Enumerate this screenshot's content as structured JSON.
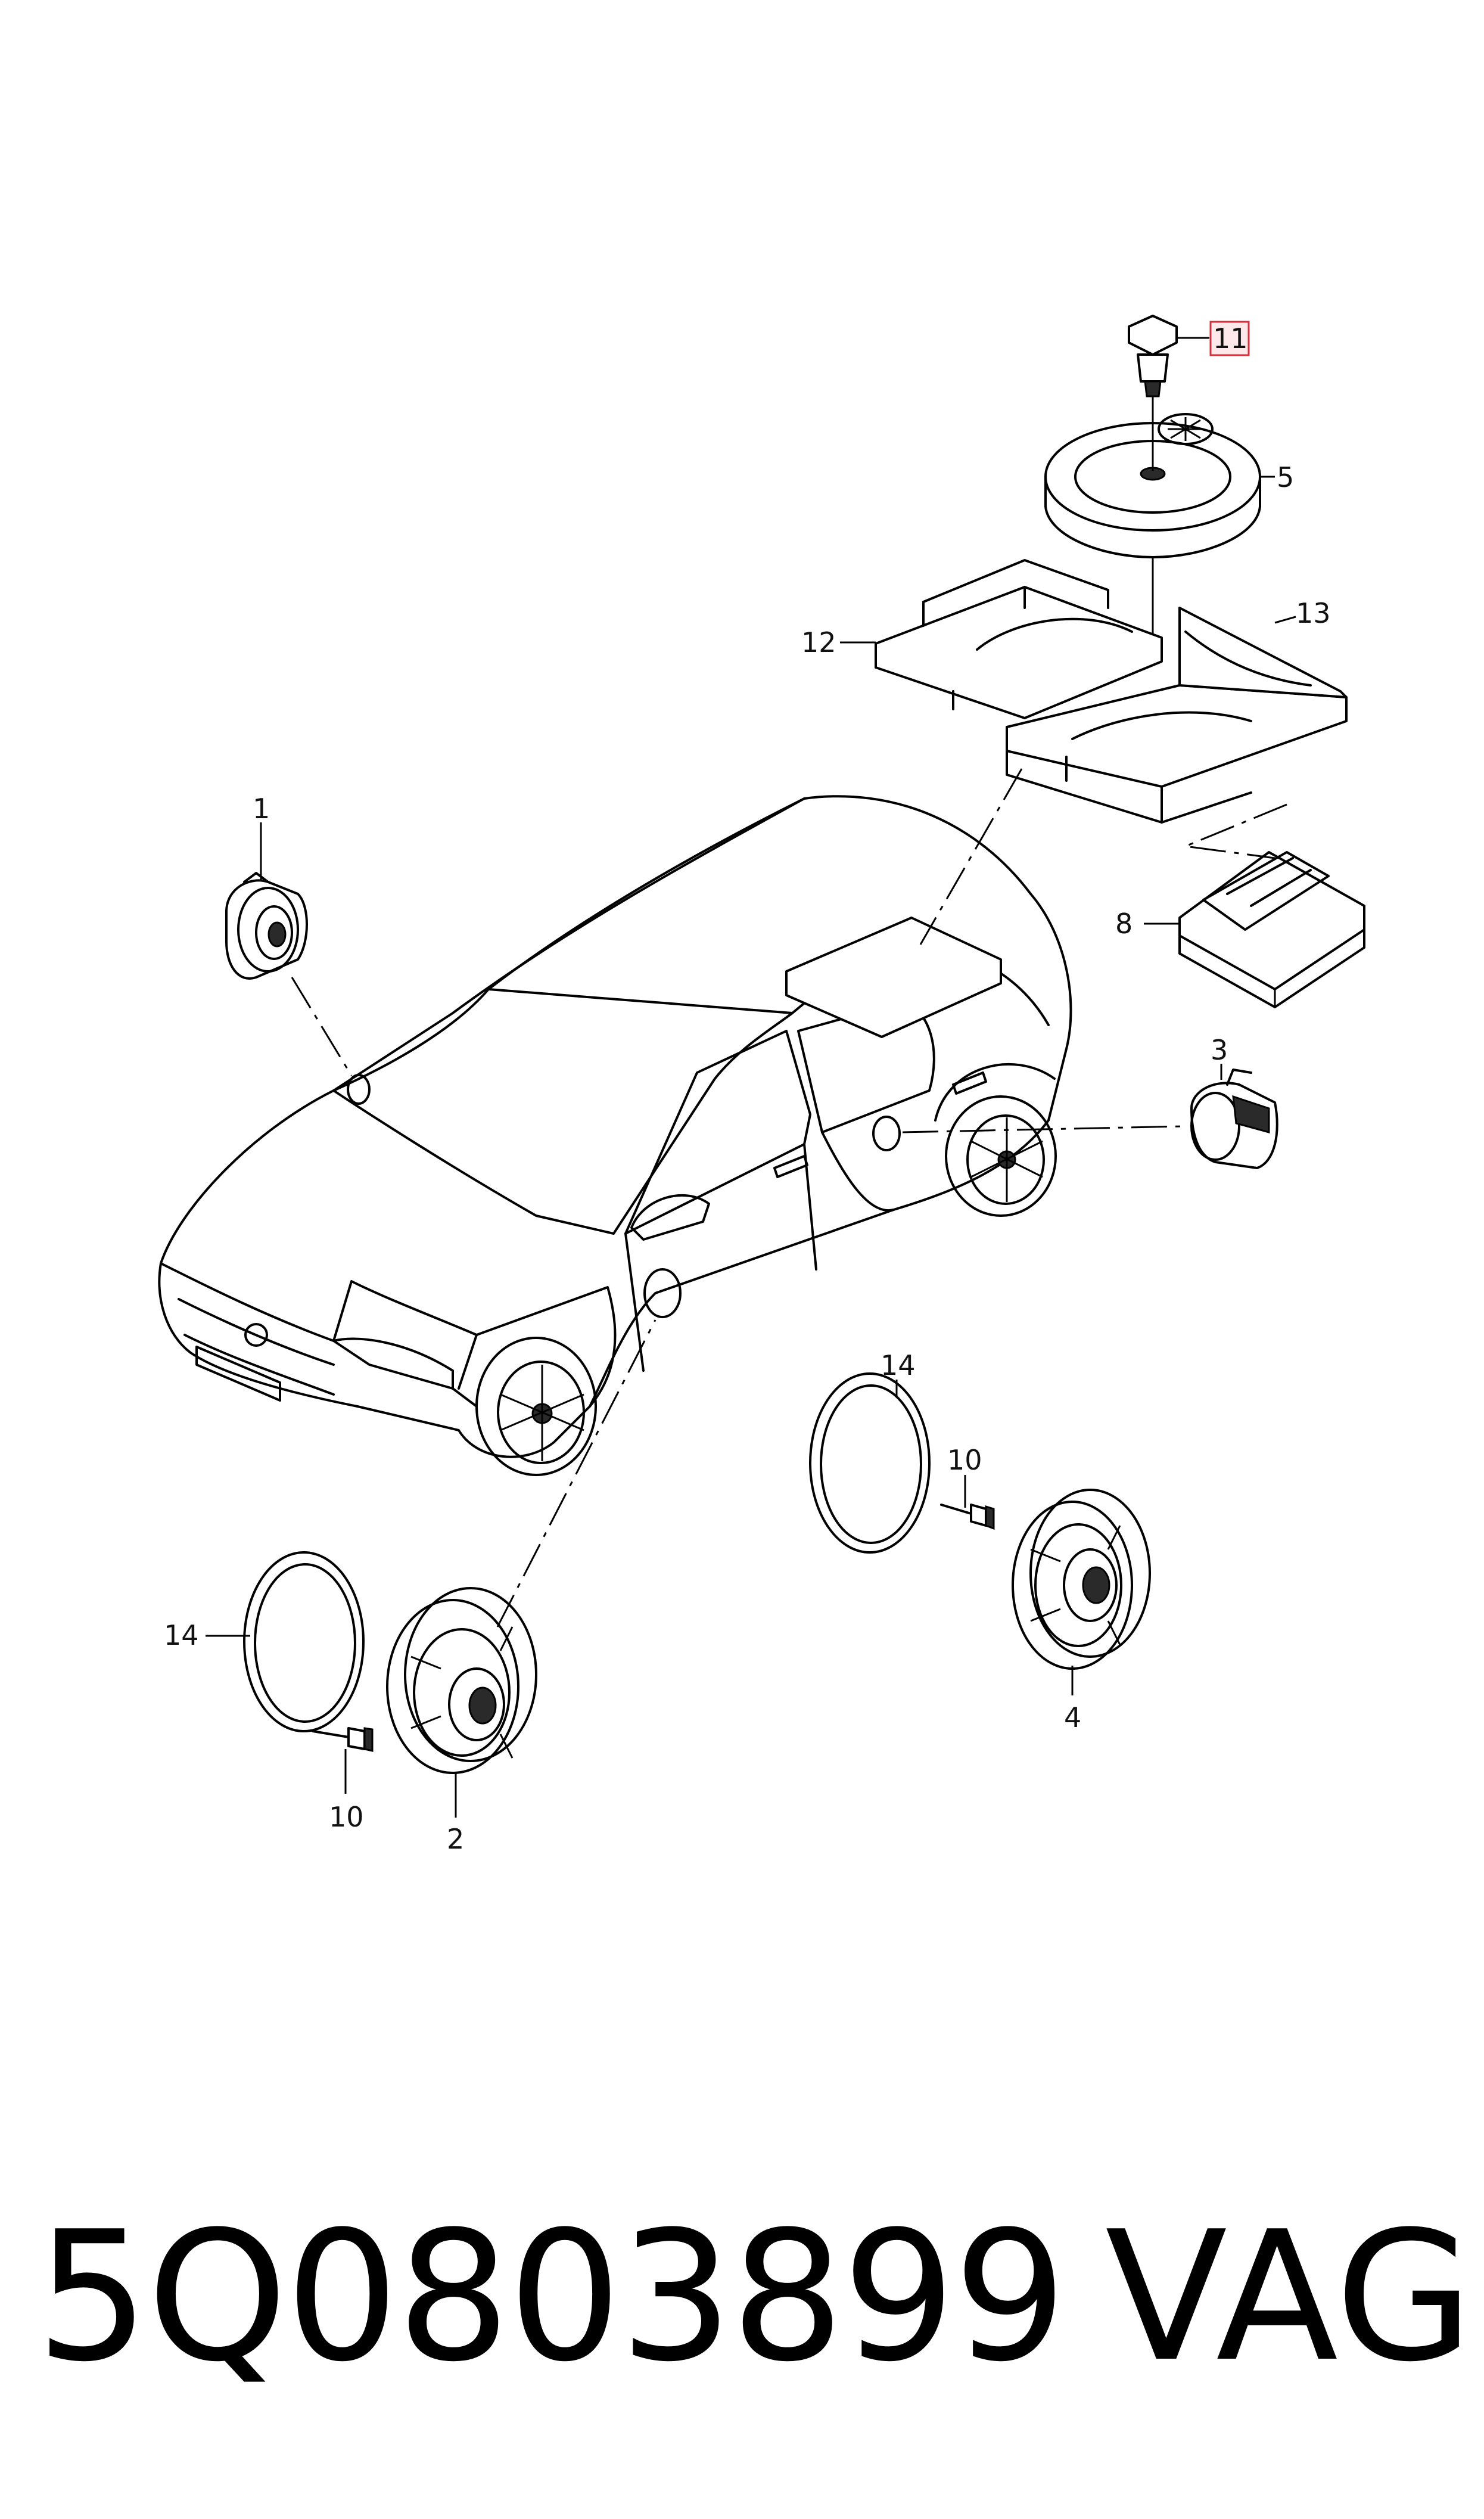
{
  "callouts": {
    "c1": "1",
    "c2": "2",
    "c3": "3",
    "c4": "4",
    "c5": "5",
    "c8": "8",
    "c10a": "10",
    "c10b": "10",
    "c11": "11",
    "c12": "12",
    "c13": "13",
    "c14a": "14",
    "c14b": "14"
  },
  "footer": {
    "part_number": "5Q0803899",
    "brand": "VAG"
  },
  "colors": {
    "line": "#000000",
    "highlight_box": "#d3313d",
    "highlight_fill": "#fde8ea",
    "background": "#ffffff"
  }
}
